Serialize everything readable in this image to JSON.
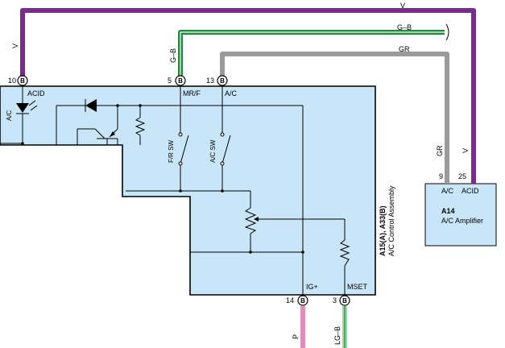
{
  "wires": {
    "top_v": "V",
    "gb_top": "G–B",
    "gr_top": "GR",
    "left_v": "V",
    "gb_vert": "G–B",
    "gr_vert": "GR",
    "v_right_vert": "V",
    "p_bottom": "P",
    "lgb_bottom": "LG–B",
    "colors": {
      "violet": "#7a2c8e",
      "green": "#1f8a3a",
      "gray": "#9a9a9a",
      "pink": "#e889b8",
      "light_green": "#9bd7a8",
      "panel_fill": "#c8e6f8"
    }
  },
  "control_assembly": {
    "pin_10": "10",
    "pin_10_connector": "B",
    "pin_10_label": "ACID",
    "pin_5": "5",
    "pin_5_connector": "B",
    "pin_5_label": "MR/F",
    "pin_13": "13",
    "pin_13_connector": "B",
    "pin_13_label": "A/C",
    "pin_14": "14",
    "pin_14_connector": "B",
    "pin_14_label": "IG+",
    "pin_3": "3",
    "pin_3_connector": "B",
    "pin_3_label": "MSET",
    "led_label": "A/C",
    "switch_fr": "F/R SW",
    "switch_ac": "A/C SW",
    "code": "A15(A), A33(B)",
    "name": "A/C Control Assembly"
  },
  "amplifier": {
    "pin_9": "9",
    "pin_9_label": "A/C",
    "pin_25": "25",
    "pin_25_label": "ACID",
    "code": "A14",
    "name": "A/C Amplifier"
  }
}
